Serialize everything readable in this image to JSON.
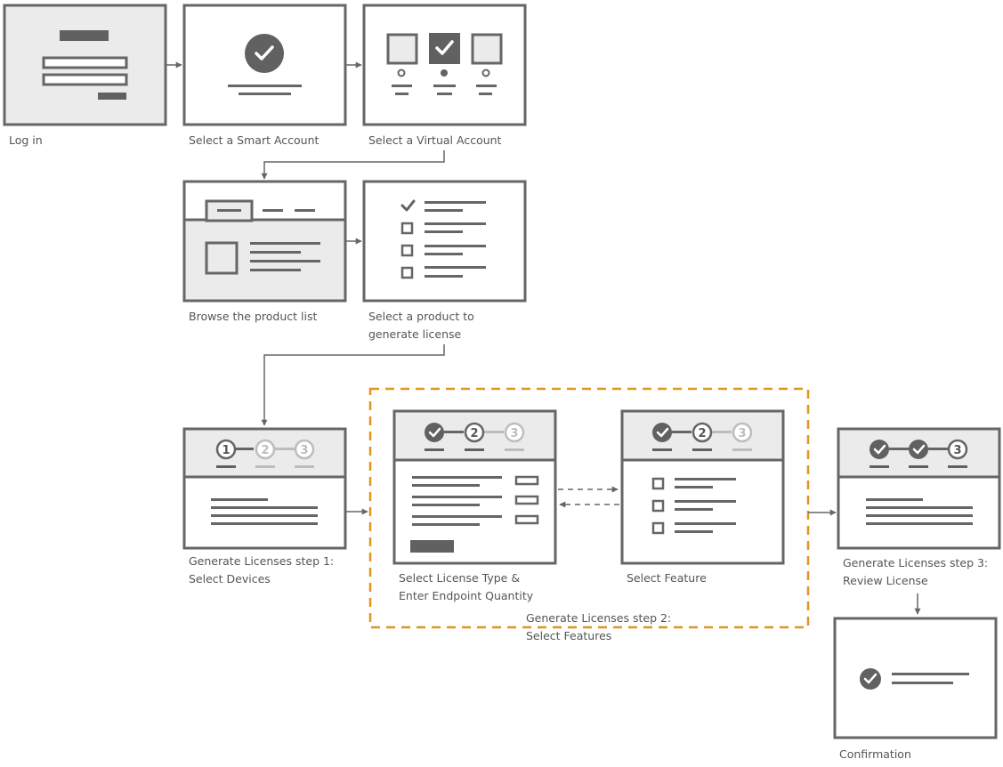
{
  "colors": {
    "stroke": "#666666",
    "fill_gray": "#ebebeb",
    "fill_white": "#ffffff",
    "dark": "#616161",
    "inactive": "#bdbdbd",
    "group_border": "#e09520"
  },
  "steps": {
    "login": {
      "label": "Log in"
    },
    "smart_account": {
      "label": "Select a Smart Account"
    },
    "virtual_account": {
      "label": "Select a Virtual Account"
    },
    "product_list": {
      "label": "Browse the product list"
    },
    "select_product": {
      "label_line1": "Select a product to",
      "label_line2": "generate license"
    },
    "gen_step1": {
      "label_line1": "Generate Licenses step 1:",
      "label_line2": "Select Devices",
      "stepper": [
        "1",
        "2",
        "3"
      ]
    },
    "license_type": {
      "label_line1": "Select License Type &",
      "label_line2": "Enter Endpoint Quantity",
      "stepper": [
        "",
        "2",
        "3"
      ]
    },
    "select_feature": {
      "label": "Select Feature",
      "stepper": [
        "",
        "2",
        "3"
      ]
    },
    "gen_step3": {
      "label_line1": "Generate Licenses step 3:",
      "label_line2": "Review License",
      "stepper": [
        "",
        "",
        "3"
      ]
    },
    "confirmation": {
      "label": "Confirmation"
    }
  },
  "group": {
    "label_line1": "Generate Licenses step 2:",
    "label_line2": "Select Features"
  },
  "icons": {
    "check": "check-icon",
    "arrow": "arrow-right-icon",
    "checkbox": "checkbox-icon"
  }
}
